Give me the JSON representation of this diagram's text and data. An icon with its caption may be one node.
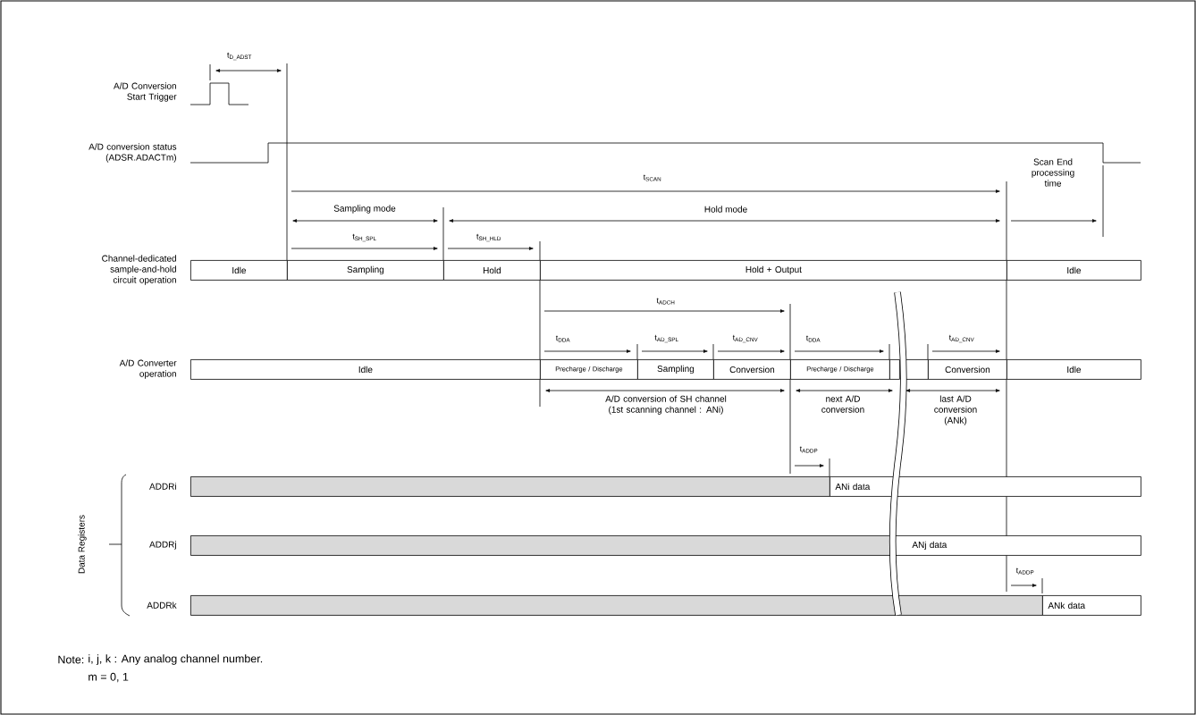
{
  "diagram": {
    "nodes": [
      {
        "text": [
          "Idle"
        ]
      },
      {
        "text": [
          "Sampling"
        ]
      },
      {
        "text": [
          "Hold"
        ]
      },
      {
        "text": [
          "Hold + Output"
        ]
      },
      {
        "text": [
          "Idle"
        ]
      },
      {
        "text": [
          "Idle"
        ]
      },
      {
        "text": [
          "Precharge / Discharge"
        ]
      },
      {
        "text": [
          "Sampling"
        ]
      },
      {
        "text": [
          "Conversion"
        ]
      },
      {
        "text": [
          "Precharge / Discharge"
        ]
      },
      {
        "text": [],
        "shape": "box"
      },
      {
        "text": [],
        "shape": "box"
      },
      {
        "text": [
          "Conversion"
        ]
      },
      {
        "text": [
          "Idle"
        ]
      },
      {
        "text": [],
        "shape": "bar",
        "beside": [
          "ADDRi"
        ]
      },
      {
        "text": [
          "ANi data"
        ]
      },
      {
        "text": [],
        "shape": "bar",
        "beside": [
          "ADDRj"
        ]
      },
      {
        "text": [
          "ANj data"
        ]
      },
      {
        "text": [],
        "shape": "bar",
        "beside": [
          "ADDRk"
        ]
      },
      {
        "text": [
          "ANk data"
        ]
      }
    ],
    "labels": [
      "A/D Conversion Start Trigger",
      "t$_{D_ADST}$",
      "A/D conversion status (ADSR.ADACTm)",
      "t$_{SCAN}$",
      "Scan End processing time",
      "Sampling mode",
      "Hold mode",
      "t$_{SH_SPL}$",
      "t$_{SH_HLD}$",
      "Channel-dedicated sample-and-hold circuit operation",
      "t$_{ADCH}$",
      "t$_{DDA}$",
      "t$_{AD_SPL}$",
      "t$_{AD_CNV}$",
      "t$_{DDA}$",
      "t$_{AD_CNV}$",
      "A/D Converter operation",
      "A/D conversion of SH channel (1st scanning channel : ANi)",
      "next A/D conversion",
      "last A/D conversion (ANk)",
      "t$_{ADDP}$",
      "Data Registers",
      "t$_{ADDP}$",
      "Note:",
      "i, j, k : Any analog channel number.",
      "m = 0, 1"
    ]
  }
}
